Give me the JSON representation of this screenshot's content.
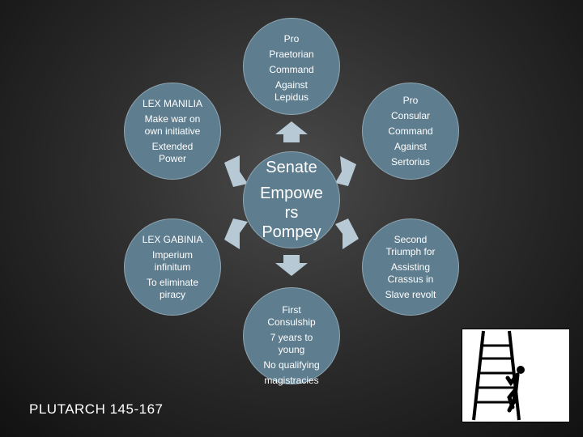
{
  "center": {
    "lines": [
      "Senate",
      "Empowe",
      "rs",
      "Pompey"
    ]
  },
  "top": {
    "lines": [
      "Pro",
      "Praetorian",
      "Command",
      "Against",
      "Lepidus"
    ]
  },
  "upper_left": {
    "lines": [
      "LEX MANILIA",
      "Make war on",
      "own initiative",
      "Extended",
      "Power"
    ]
  },
  "upper_right": {
    "lines": [
      "Pro",
      "Consular",
      "Command",
      "Against",
      "Sertorius"
    ]
  },
  "lower_left": {
    "lines": [
      "LEX GABINIA",
      "Imperium",
      "infinitum",
      "To eliminate",
      "piracy"
    ]
  },
  "lower_right": {
    "lines": [
      "Second",
      "Triumph for",
      "Assisting",
      "Crassus  in",
      "Slave revolt"
    ]
  },
  "bottom": {
    "lines": [
      "First",
      "Consulship",
      "7 years to",
      "young",
      "No qualifying",
      "magistracies"
    ]
  },
  "footer": {
    "text": "PLUTARCH  145-167"
  },
  "colors": {
    "node_fill": "#5e7d8e",
    "arrow_fill": "#b7c9d4"
  }
}
